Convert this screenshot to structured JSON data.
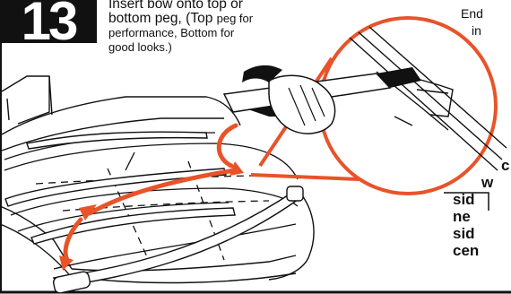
{
  "step": {
    "number": "13"
  },
  "instruction": {
    "line1": "Insert bow onto top or",
    "line2": "bottom peg, (Top ",
    "line2_small": "peg for",
    "line3_small": "performance, Bottom for",
    "line4_small": "good looks.)"
  },
  "side_note_top": {
    "line1": "End",
    "line2": "in"
  },
  "side_note_bottom": {
    "lines": [
      "c",
      "w",
      "sid",
      "ne",
      "sid",
      "cen"
    ]
  },
  "colors": {
    "accent": "#e8532a",
    "ink": "#111111"
  }
}
